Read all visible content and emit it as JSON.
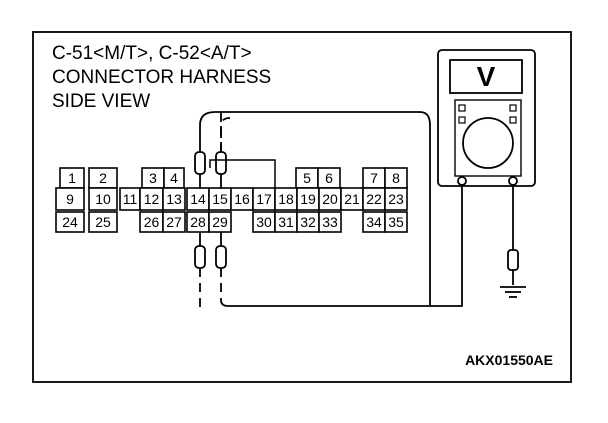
{
  "title": {
    "line1": "C-51<M/T>, C-52<A/T>",
    "line2": "CONNECTOR HARNESS",
    "line3": "SIDE VIEW"
  },
  "figure_code": "AKX01550AE",
  "connector": {
    "row1": [
      "1",
      "2",
      "3",
      "4",
      "5",
      "6",
      "7",
      "8"
    ],
    "row2": [
      "9",
      "10",
      "11",
      "12",
      "13",
      "14",
      "15",
      "16",
      "17",
      "18",
      "19",
      "20",
      "21",
      "22",
      "23"
    ],
    "row3": [
      "24",
      "25",
      "26",
      "27",
      "28",
      "29",
      "30",
      "31",
      "32",
      "33",
      "34",
      "35"
    ]
  },
  "meter": {
    "display_symbol": "V"
  }
}
